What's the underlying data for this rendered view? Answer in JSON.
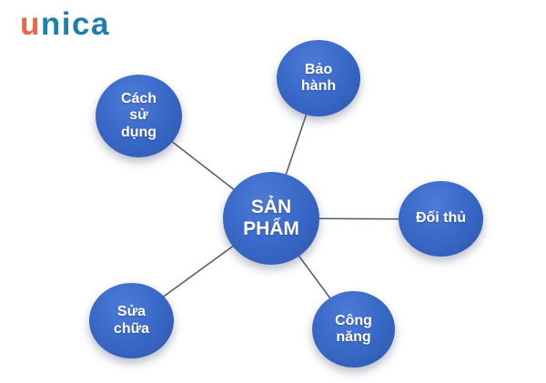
{
  "page": {
    "background_color": "#ffffff"
  },
  "logo": {
    "accent_letter": "u",
    "rest": "nica",
    "accent_color": "#E9664B",
    "main_color": "#1D7FB0"
  },
  "diagram": {
    "type": "mind-map",
    "node_fill_color": "#3A68C8",
    "node_text_color": "#ffffff",
    "connector_color": "#56606E",
    "center": {
      "label": "SẢN\nPHẨM"
    },
    "nodes": [
      {
        "id": "bao-hanh",
        "label": "Bảo\nhành"
      },
      {
        "id": "cach-su-dung",
        "label": "Cách\nsử\ndụng"
      },
      {
        "id": "doi-thu",
        "label": "Đối thủ"
      },
      {
        "id": "sua-chua",
        "label": "Sửa\nchữa"
      },
      {
        "id": "cong-nang",
        "label": "Công\nnăng"
      }
    ]
  }
}
